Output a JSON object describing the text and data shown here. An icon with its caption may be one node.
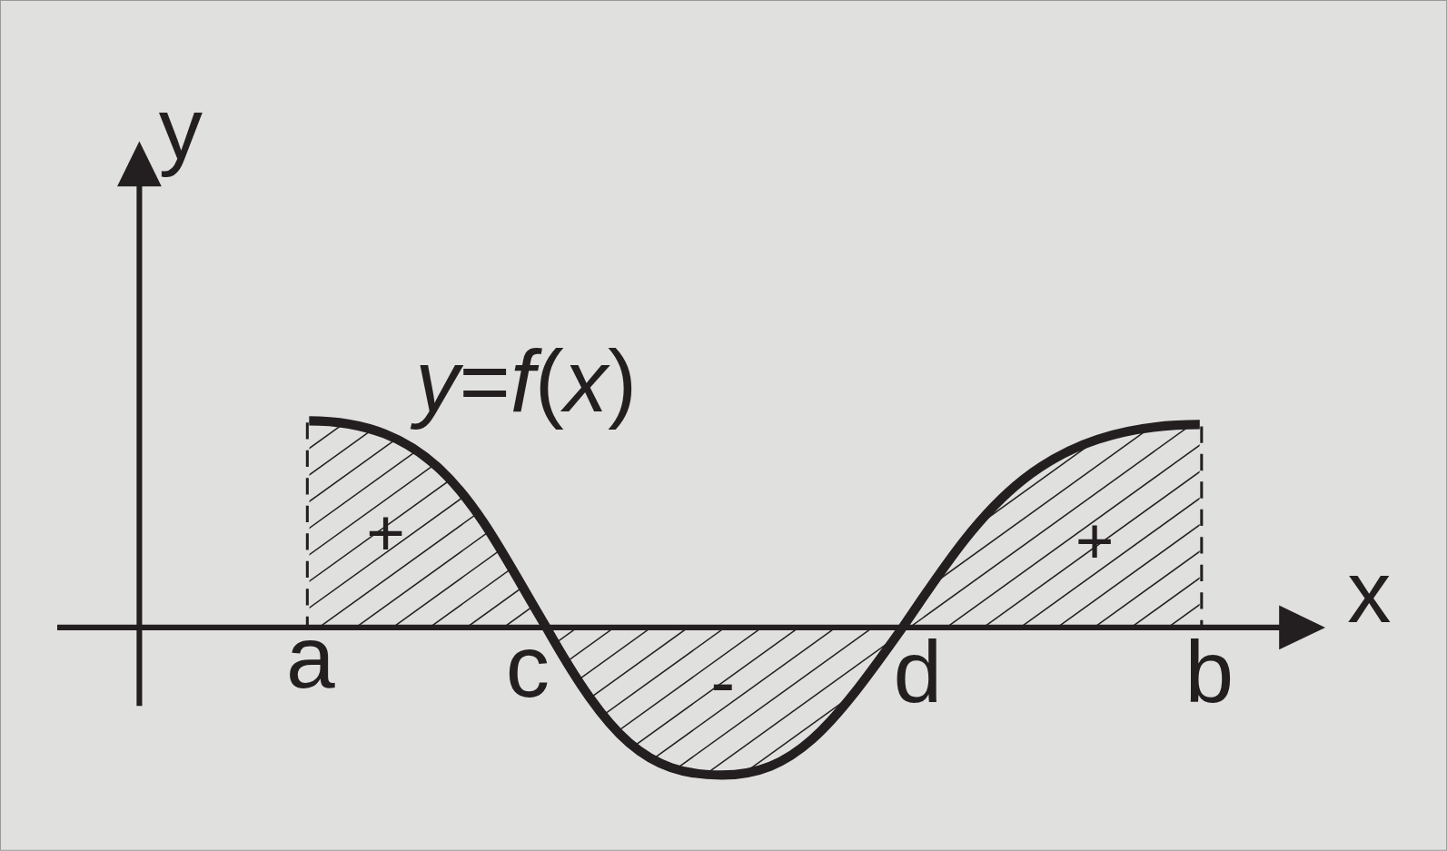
{
  "diagram": {
    "labels": [
      "y",
      "*y*=*f*(*x*)",
      "+",
      "+",
      "x",
      "a",
      "c",
      "-",
      "d",
      "b"
    ]
  }
}
